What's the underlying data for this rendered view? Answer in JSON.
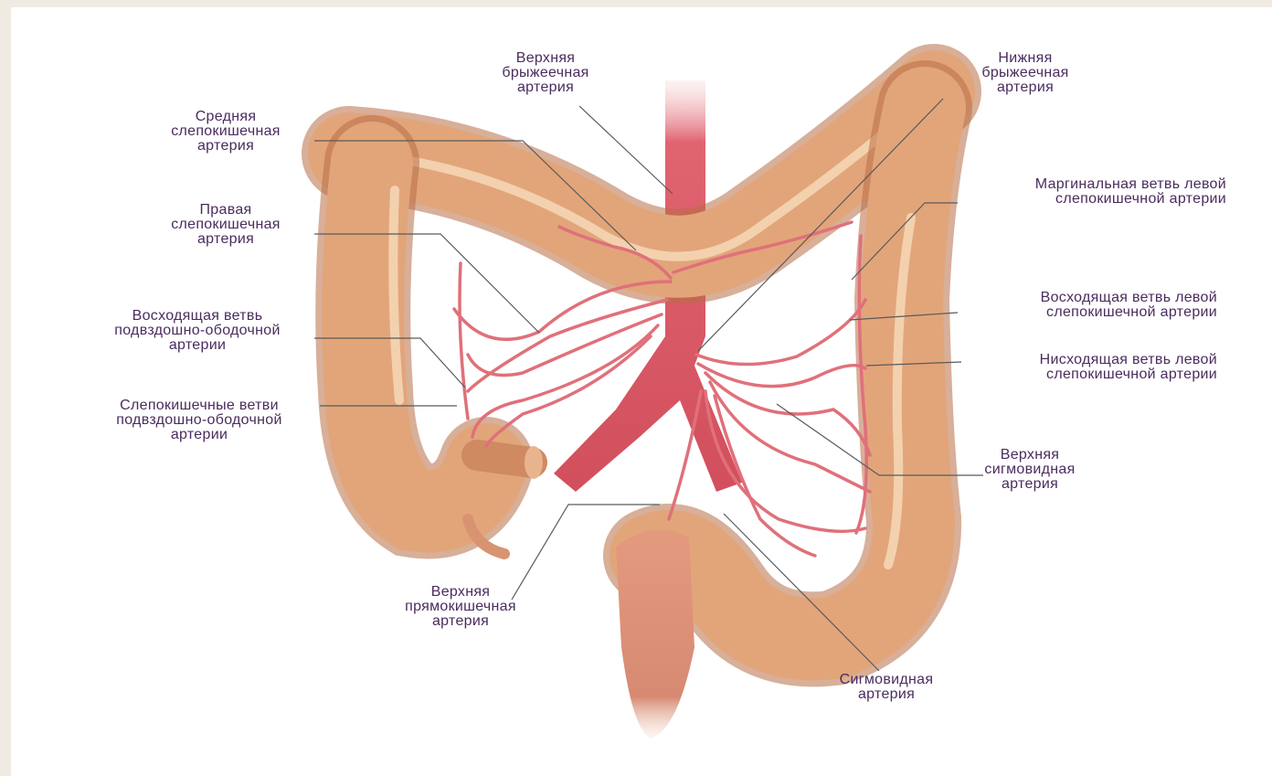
{
  "colors": {
    "label": "#4a2c5e",
    "leader": "#5a5a5a",
    "colon": "#e2a57a",
    "colon_dark": "#b86e45",
    "artery": "#e0707a",
    "aorta": "#d94f5e",
    "background": "#ffffff",
    "frame": "#efebe3"
  },
  "labels": {
    "superior_mesenteric": "Верхняя\nбрыжеечная\nартерия",
    "inferior_mesenteric": "Нижняя\nбрыжеечная\nартерия",
    "middle_colic": "Средняя\nслепокишечная\nартерия",
    "right_colic": "Правая\nслепокишечная\nартерия",
    "ileocolic_ascending": "Восходящая ветвь\nподвздошно-ободочной\nартерии",
    "ileocolic_cecal": "Слепокишечные ветви\nподвздошно-ободочной\nартерии",
    "superior_rectal": "Верхняя\nпрямокишечная\nартерия",
    "marginal_left": "Маргинальная ветвь левой\nслепокишечной артерии",
    "left_colic_ascending": "Восходящая ветвь левой\nслепокишечной артерии",
    "left_colic_descending": "Нисходящая ветвь левой\nслепокишечной артерии",
    "superior_sigmoid": "Верхняя\nсигмовидная\nартерия",
    "sigmoid": "Сигмовидная\nартерия"
  }
}
